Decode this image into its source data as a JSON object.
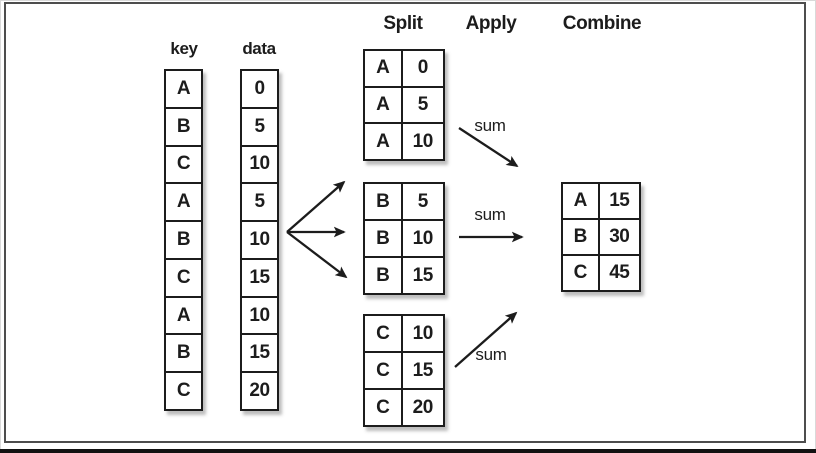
{
  "figure": {
    "description": "split-apply-combine groupby diagram",
    "ink_color": "#1c1c1c",
    "background_color": "#ffffff",
    "frame_color": "#4d4d4d"
  },
  "labels": {
    "key": "key",
    "data": "data",
    "split": "Split",
    "apply": "Apply",
    "combine": "Combine",
    "sum_a": "sum",
    "sum_b": "sum",
    "sum_c": "sum"
  },
  "input_table": {
    "key": [
      "A",
      "B",
      "C",
      "A",
      "B",
      "C",
      "A",
      "B",
      "C"
    ],
    "data": [
      "0",
      "5",
      "10",
      "5",
      "10",
      "15",
      "10",
      "15",
      "20"
    ]
  },
  "split_tables": {
    "a": {
      "rows": [
        [
          "A",
          "0"
        ],
        [
          "A",
          "5"
        ],
        [
          "A",
          "10"
        ]
      ]
    },
    "b": {
      "rows": [
        [
          "B",
          "5"
        ],
        [
          "B",
          "10"
        ],
        [
          "B",
          "15"
        ]
      ]
    },
    "c": {
      "rows": [
        [
          "C",
          "10"
        ],
        [
          "C",
          "15"
        ],
        [
          "C",
          "20"
        ]
      ]
    }
  },
  "combine_table": {
    "rows": [
      [
        "A",
        "15"
      ],
      [
        "B",
        "30"
      ],
      [
        "C",
        "45"
      ]
    ]
  }
}
